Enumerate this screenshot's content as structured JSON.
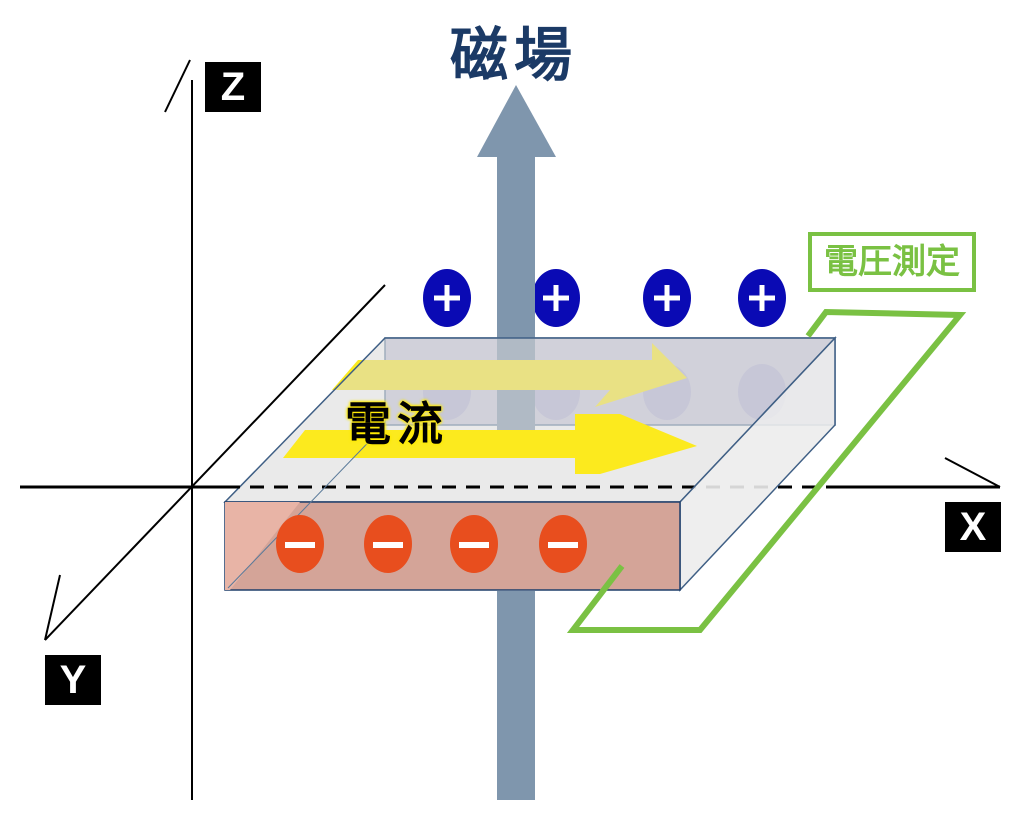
{
  "title": "磁場",
  "current_label": "電流",
  "voltage_label": "電圧測定",
  "axes": {
    "x": "X",
    "y": "Y",
    "z": "Z"
  },
  "colors": {
    "field_arrow": "#7f96ad",
    "plus": "#0a0ab4",
    "minus": "#e84e1e",
    "current": "#fcea1e",
    "probe": "#7ac143",
    "title": "#1b3a66"
  }
}
